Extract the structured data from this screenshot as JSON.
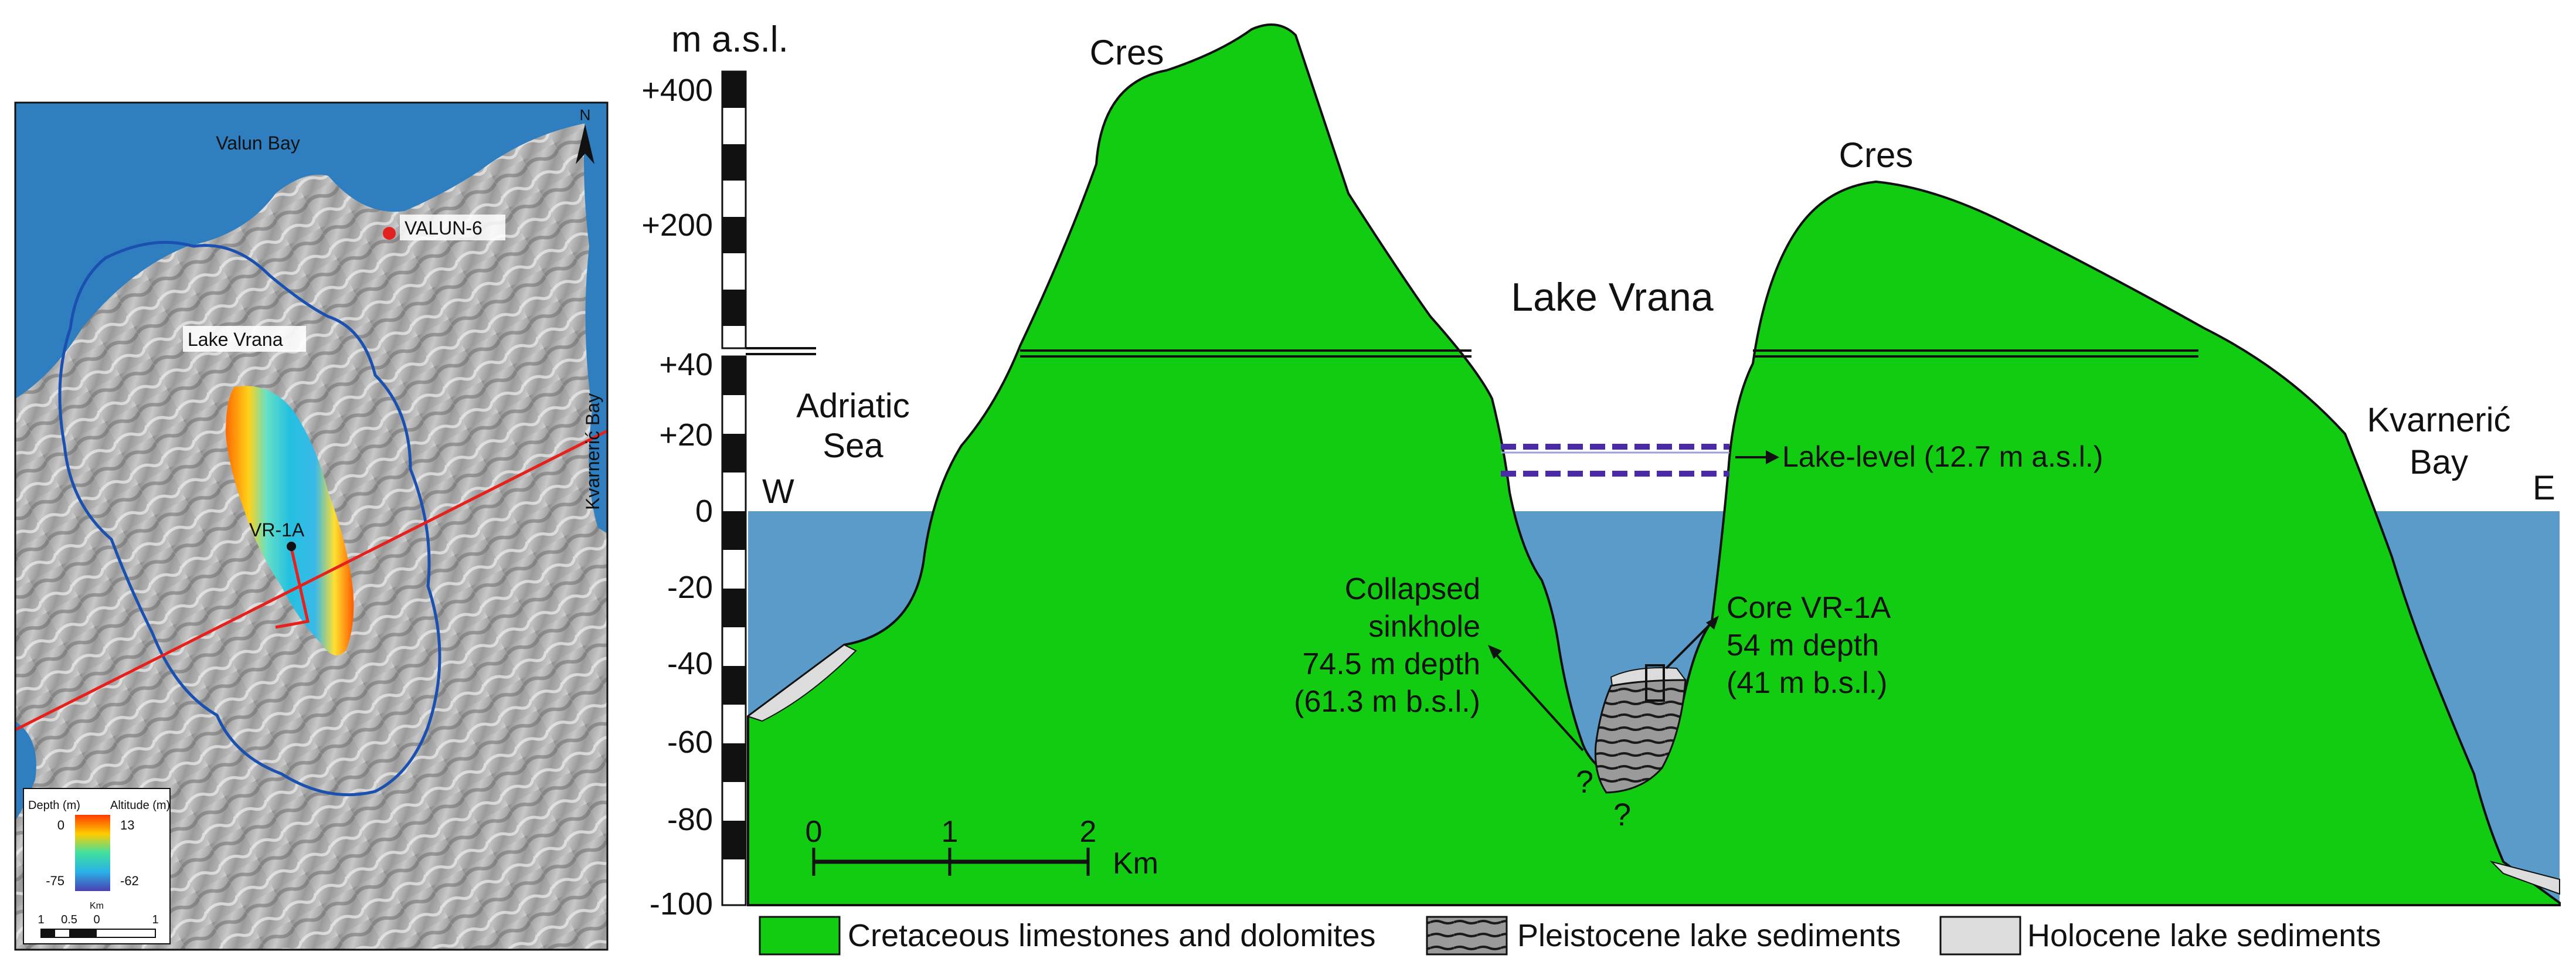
{
  "map": {
    "labels": {
      "valun_bay": "Valun Bay",
      "valun6": "VALUN-6",
      "kvarneric_bay": "Kvarnerić Bay",
      "lake_vrana": "Lake Vrana",
      "vr1a": "VR-1A",
      "north": "N"
    },
    "legend": {
      "depth_label": "Depth (m)",
      "altitude_label": "Altitude (m)",
      "depth_max": "0",
      "depth_min": "-75",
      "altitude_max": "13",
      "altitude_min": "-62",
      "scale_unit": "Km",
      "scale_ticks": [
        "1",
        "0.5",
        "0",
        "1"
      ]
    }
  },
  "section": {
    "axis": {
      "title": "m a.s.l.",
      "upper_ticks": [
        "+400",
        "+200"
      ],
      "lower_ticks": [
        "+40",
        "+20",
        "0",
        "-20",
        "-40",
        "-60",
        "-80",
        "-100"
      ]
    },
    "labels": {
      "cres_left": "Cres",
      "cres_right": "Cres",
      "lake_vrana": "Lake Vrana",
      "adriatic_line1": "Adriatic",
      "adriatic_line2": "Sea",
      "kvarneric_line1": "Kvarnerić",
      "kvarneric_line2": "Bay",
      "west": "W",
      "east": "E",
      "lake_level": "Lake-level (12.7 m a.s.l.)",
      "sinkhole": [
        "Collapsed",
        "sinkhole",
        "74.5 m depth",
        "(61.3 m b.s.l.)"
      ],
      "core": [
        "Core VR-1A",
        "54 m depth",
        "(41 m b.s.l.)"
      ],
      "question_mark": "?"
    },
    "scalebar": {
      "ticks": [
        "0",
        "1",
        "2"
      ],
      "unit": "Km"
    },
    "legend": {
      "cretaceous": "Cretaceous limestones and dolomites",
      "pleistocene": "Pleistocene lake sediments",
      "holocene": "Holocene lake sediments"
    },
    "colors": {
      "limestone": "#11cc11",
      "sea": "#5b9bc9",
      "lake_level_line": "#4b2aa8",
      "pleistocene": "#9a9a9a",
      "holocene": "#dcdcdc",
      "map_water": "#2f7fc0",
      "catchment": "#1a50b0",
      "transect": "#e8201c",
      "borehole": "#e22020"
    }
  }
}
